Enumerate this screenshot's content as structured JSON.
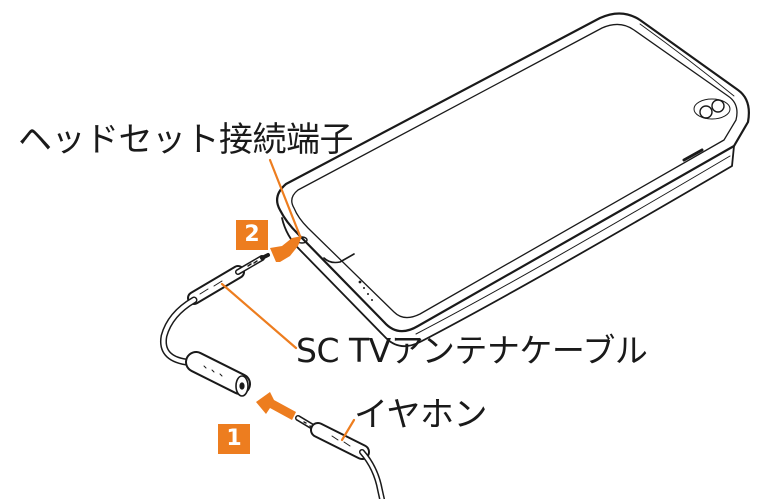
{
  "labels": {
    "headset_jack": "ヘッドセット接続端子",
    "sc_tv_antenna_cable": "SC TVアンテナケーブル",
    "earphone": "イヤホン"
  },
  "steps": {
    "step1": "1",
    "step2": "2"
  },
  "colors": {
    "accent": "#ed7d1f",
    "outline": "#1a1a1a",
    "background": "#ffffff"
  }
}
